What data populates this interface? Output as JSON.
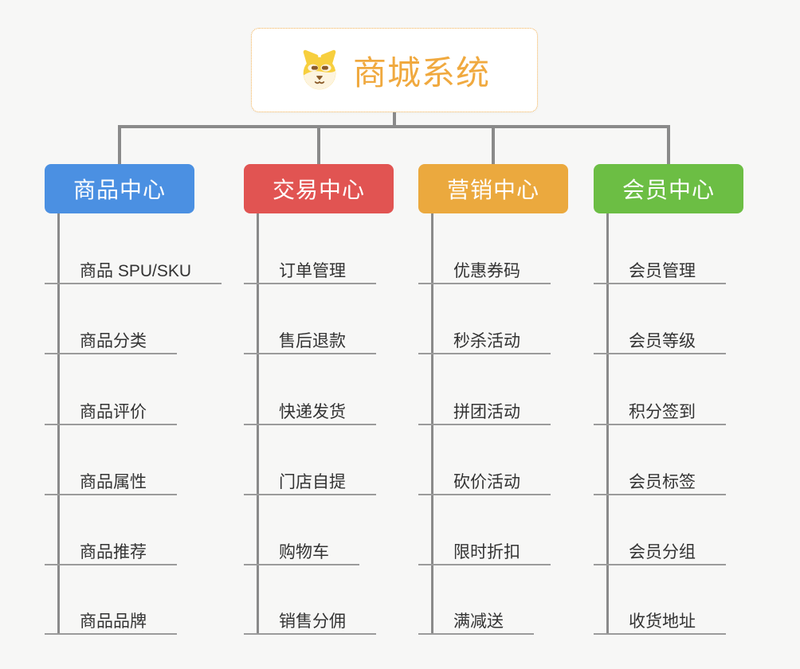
{
  "root": {
    "title": "商城系统",
    "icon": "dog-mascot-icon"
  },
  "colors": {
    "background": "#f7f7f6",
    "connector": "#8a8a8a",
    "underline": "#9b9b9b",
    "root_title": "#f0a93f",
    "root_border": "#f2b052",
    "leaf_text": "#333333"
  },
  "branches": [
    {
      "label": "商品中心",
      "color": "#4b90e2",
      "children": [
        "商品 SPU/SKU",
        "商品分类",
        "商品评价",
        "商品属性",
        "商品推荐",
        "商品品牌"
      ]
    },
    {
      "label": "交易中心",
      "color": "#e15452",
      "children": [
        "订单管理",
        "售后退款",
        "快递发货",
        "门店自提",
        "购物车",
        "销售分佣"
      ]
    },
    {
      "label": "营销中心",
      "color": "#eba93e",
      "children": [
        "优惠券码",
        "秒杀活动",
        "拼团活动",
        "砍价活动",
        "限时折扣",
        "满减送"
      ]
    },
    {
      "label": "会员中心",
      "color": "#6cbe44",
      "children": [
        "会员管理",
        "会员等级",
        "积分签到",
        "会员标签",
        "会员分组",
        "收货地址"
      ]
    }
  ]
}
